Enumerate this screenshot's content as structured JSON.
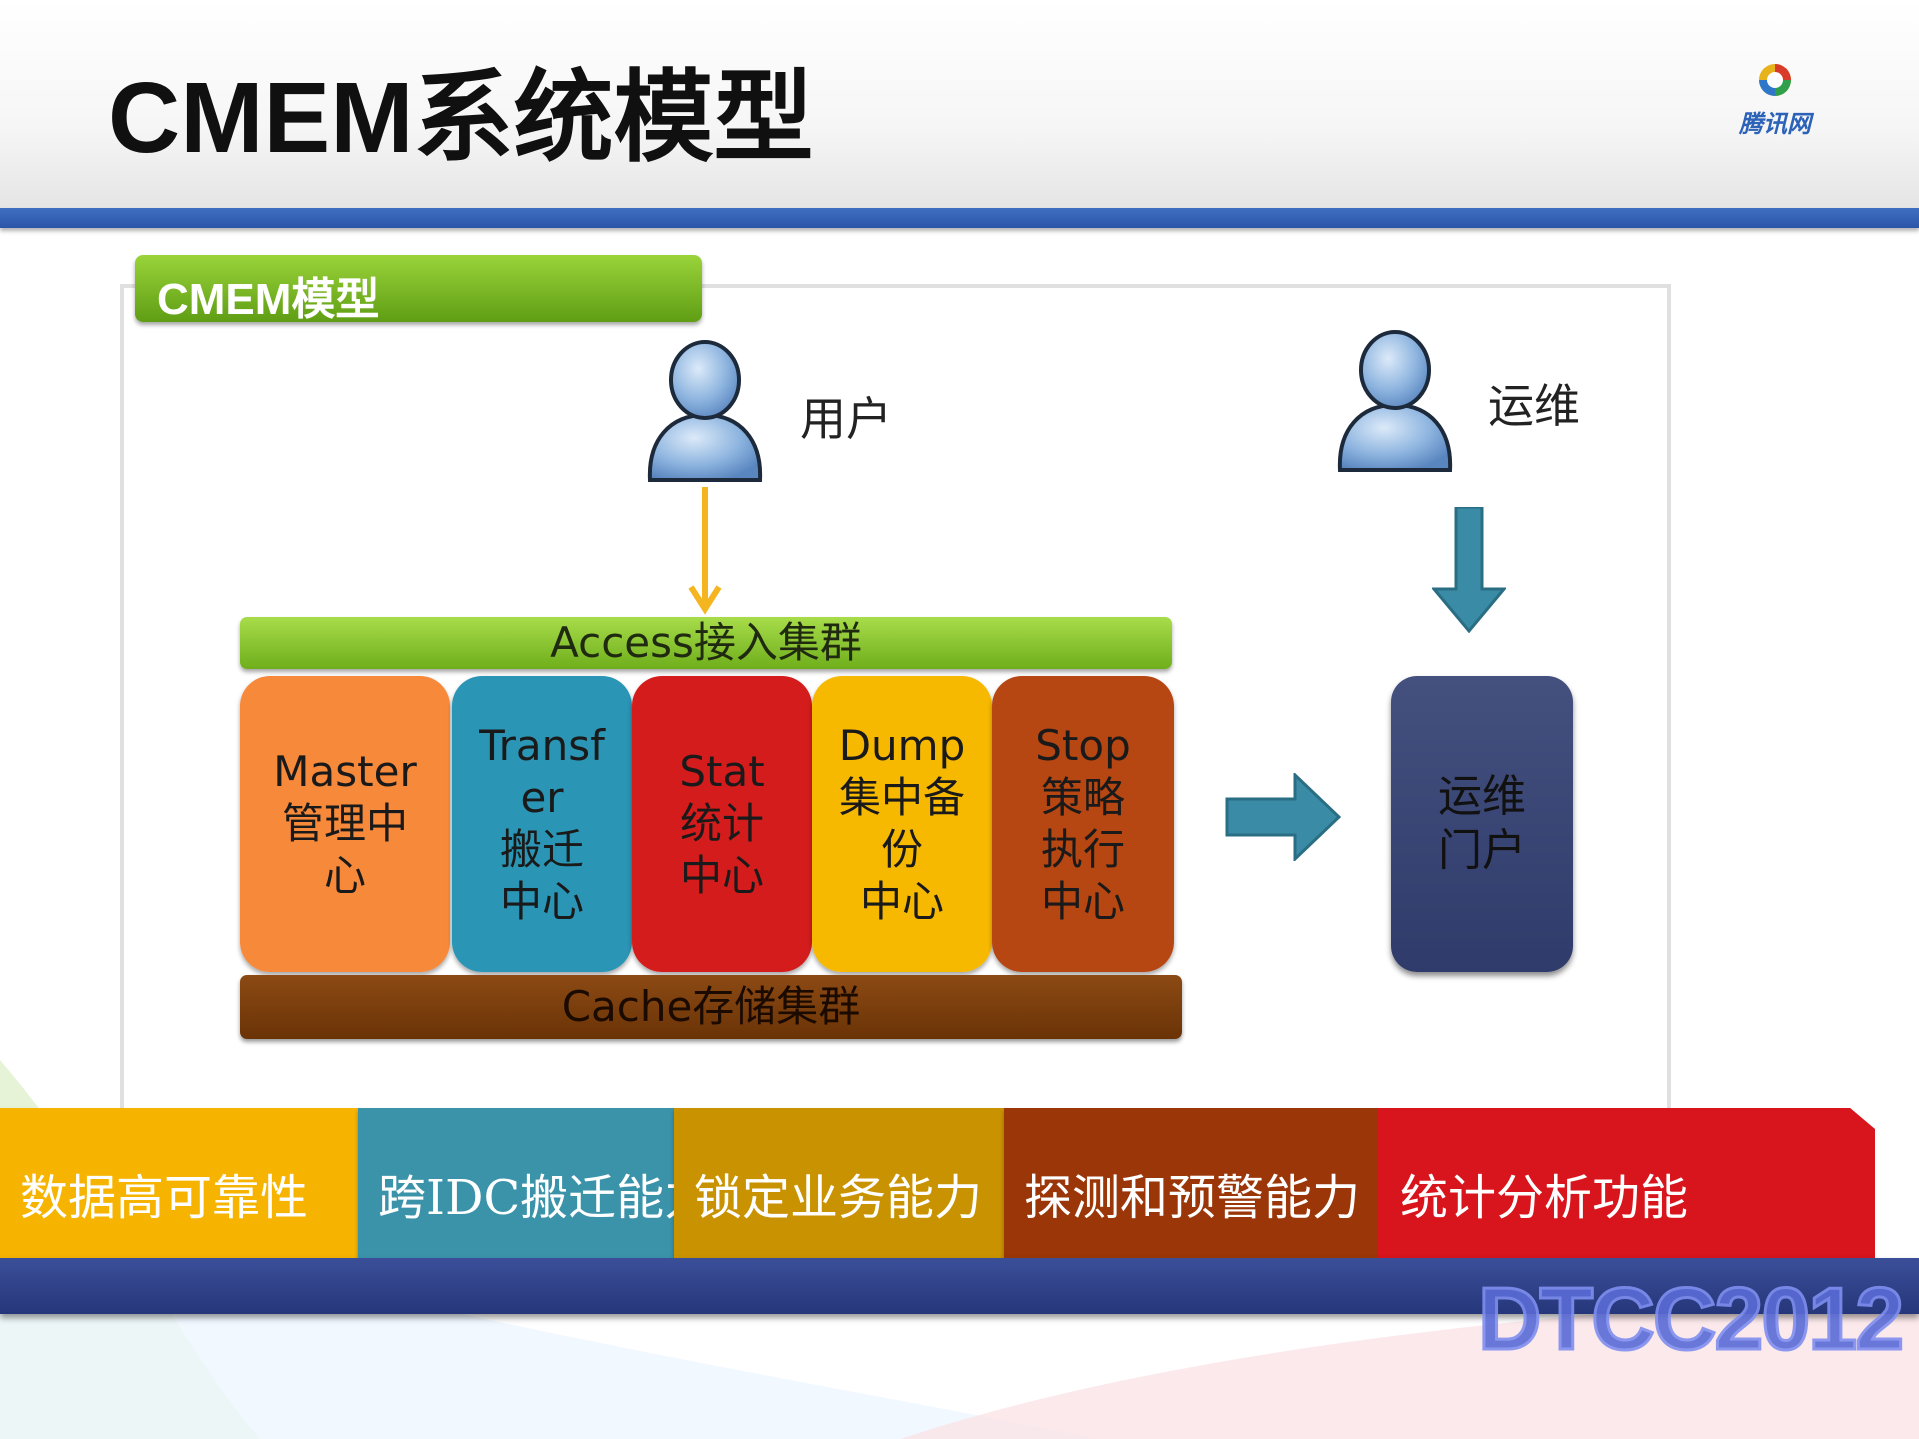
{
  "slide": {
    "title": "CMEM系统模型"
  },
  "logo": {
    "text": "腾讯网"
  },
  "panel": {
    "tab_label": "CMEM模型"
  },
  "actors": {
    "user": "用户",
    "ops": "运维"
  },
  "access_cluster": "Access接入集群",
  "cache_cluster": "Cache存储集群",
  "modules": [
    {
      "label": "Master\n管理中\n心",
      "color": "#f7893a"
    },
    {
      "label": "Transf\ner\n搬迁\n中心",
      "color": "#2a95b4"
    },
    {
      "label": "Stat\n统计\n中心",
      "color": "#d41c1c"
    },
    {
      "label": "Dump\n集中备\n份\n中心",
      "color": "#f7b900"
    },
    {
      "label": "Stop\n策略\n执行\n中心",
      "color": "#b64612"
    }
  ],
  "ops_portal": "运维\n门户",
  "features": [
    {
      "label": "数据高可靠性",
      "color": "#f6b400"
    },
    {
      "label": "跨IDC搬迁能力",
      "color": "#3b93aa"
    },
    {
      "label": "锁定业务能力",
      "color": "#c99200"
    },
    {
      "label": "探测和预警能力",
      "color": "#9a3608"
    },
    {
      "label": "统计分析功能",
      "color": "#d8141c"
    }
  ],
  "footer": {
    "brand": "DTCC2012"
  },
  "colors": {
    "header_rule": "#3a68bc",
    "tab_green": "#7cba25",
    "arrow_yellow": "#f4b520",
    "arrow_teal": "#3a8ca6",
    "portal": "#3a4575"
  }
}
